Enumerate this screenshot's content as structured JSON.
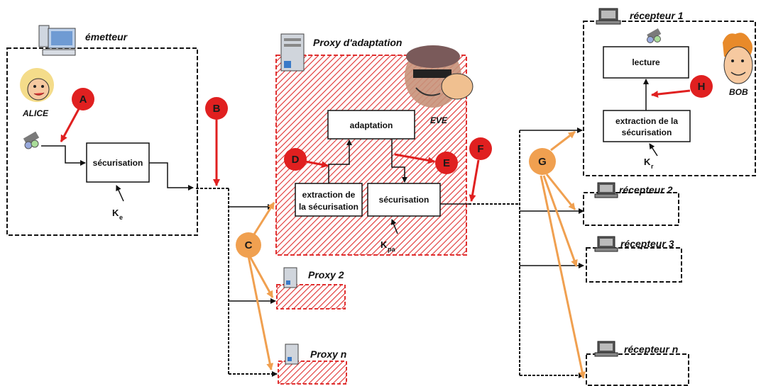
{
  "colors": {
    "attack_red": "#e02020",
    "access_orange": "#f0a050",
    "hatch_red": "#e03030",
    "line": "#111111"
  },
  "emitter": {
    "title": "émetteur",
    "person": "ALICE",
    "person_icon": "alice-face-icon",
    "computer_icon": "desktop-computer-icon",
    "media_icon": "media-film-icon",
    "box": "sécurisation",
    "key": "K",
    "key_sub": "e"
  },
  "proxy": {
    "title": "Proxy d'adaptation",
    "server_icon": "server-icon",
    "spy": "EVE",
    "spy_icon": "spy-face-icon",
    "box_adapt": "adaptation",
    "box_extract_l1": "extraction de",
    "box_extract_l2": "la sécurisation",
    "box_secure": "sécurisation",
    "key": "K",
    "key_sub": "pa"
  },
  "proxy2": {
    "title": "Proxy 2"
  },
  "proxyn": {
    "title": "Proxy n"
  },
  "receiver1": {
    "title": "récepteur 1",
    "person": "BOB",
    "person_icon": "bob-face-icon",
    "laptop_icon": "laptop-icon",
    "media_icon": "media-film-icon",
    "box_read": "lecture",
    "box_extract_l1": "extraction de la",
    "box_extract_l2": "sécurisation",
    "key": "K",
    "key_sub": "r"
  },
  "receiver2": {
    "title": "récepteur 2"
  },
  "receiver3": {
    "title": "récepteur 3"
  },
  "receivern": {
    "title": "récepteur n"
  },
  "badges": {
    "A": "A",
    "B": "B",
    "C": "C",
    "D": "D",
    "E": "E",
    "F": "F",
    "G": "G",
    "H": "H"
  }
}
